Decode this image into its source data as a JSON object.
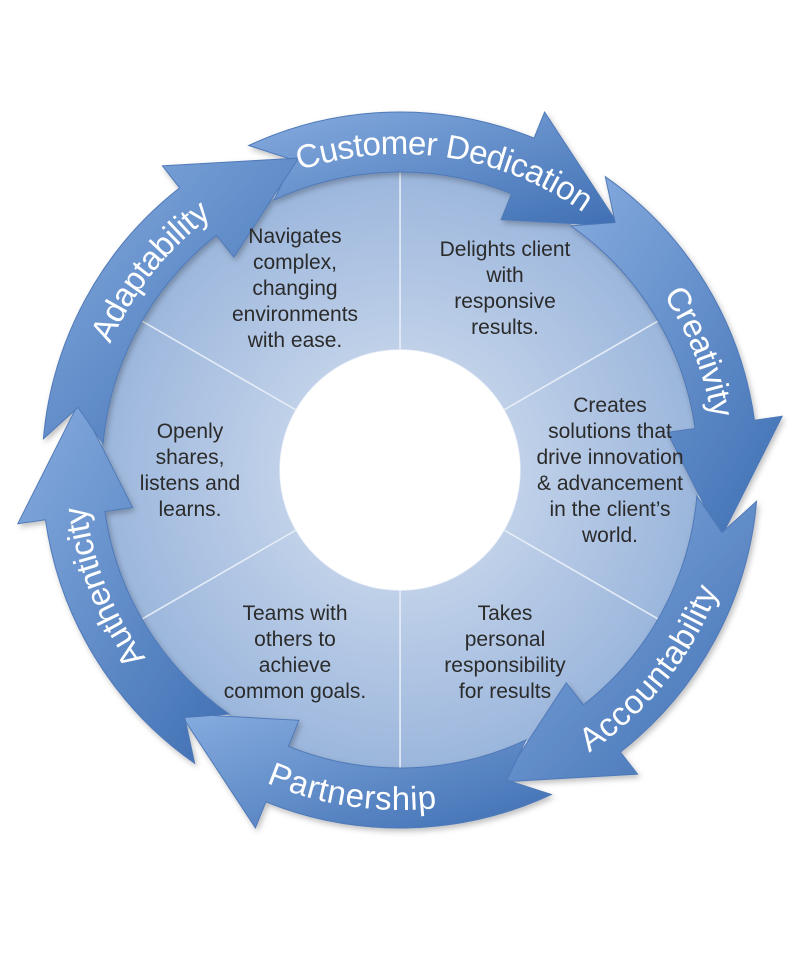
{
  "values": [
    {
      "name": "Customer Dedication",
      "description": [
        "Delights client",
        "with",
        "responsive",
        "results."
      ]
    },
    {
      "name": "Creativity",
      "description": [
        "Creates",
        "solutions that",
        "drive innovation",
        "& advancement",
        "in the client’s",
        "world."
      ]
    },
    {
      "name": "Accountability",
      "description": [
        "Takes",
        "personal",
        "responsibility",
        "for results"
      ]
    },
    {
      "name": "Partnership",
      "description": [
        "Teams with",
        "others to",
        "achieve",
        "common goals."
      ]
    },
    {
      "name": "Authenticity",
      "description": [
        "Openly",
        "shares,",
        "listens and",
        "learns."
      ]
    },
    {
      "name": "Adaptability",
      "description": [
        "Navigates",
        "complex,",
        "changing",
        "environments",
        "with ease."
      ]
    }
  ],
  "colors": {
    "arrow_light": "#86acdf",
    "arrow_dark": "#3f6fb3",
    "arrow_stroke": "#4f79b8",
    "segment_light": "#c3d3ea",
    "segment_dark": "#9bb6dc",
    "divider": "#e6edf7",
    "hub": "#ffffff",
    "text": "#2b2b2b"
  }
}
